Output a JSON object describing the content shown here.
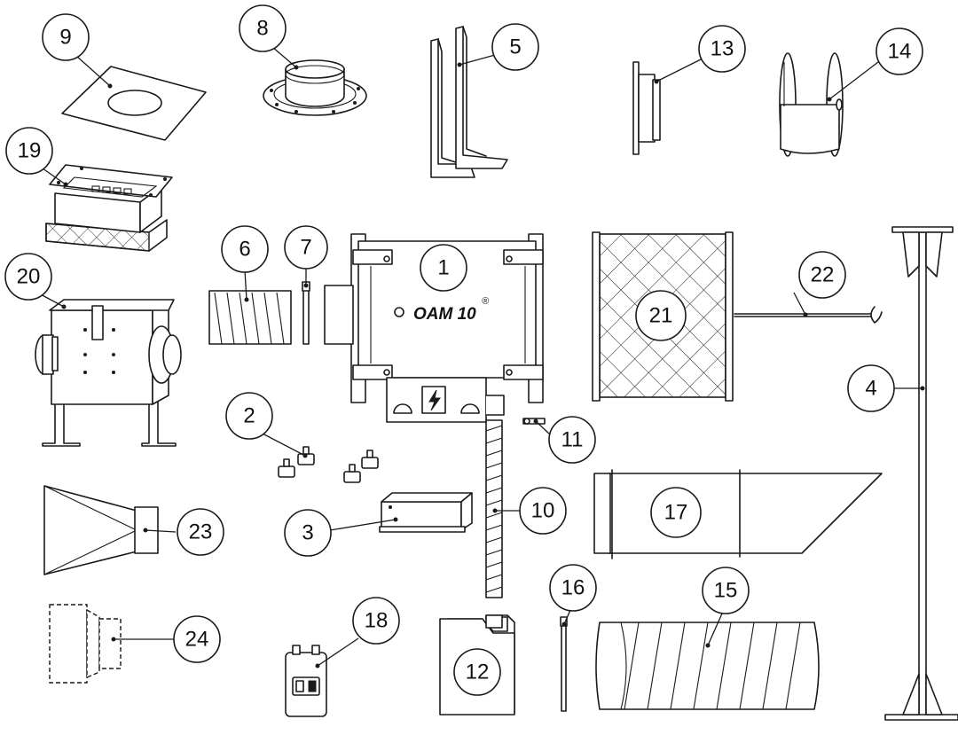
{
  "device": {
    "brand_label": "OAM 10",
    "registered_mark": "®"
  },
  "callouts": [
    {
      "id": "1",
      "label": "1"
    },
    {
      "id": "2",
      "label": "2"
    },
    {
      "id": "3",
      "label": "3"
    },
    {
      "id": "4",
      "label": "4"
    },
    {
      "id": "5",
      "label": "5"
    },
    {
      "id": "6",
      "label": "6"
    },
    {
      "id": "7",
      "label": "7"
    },
    {
      "id": "8",
      "label": "8"
    },
    {
      "id": "9",
      "label": "9"
    },
    {
      "id": "10",
      "label": "10"
    },
    {
      "id": "11",
      "label": "11"
    },
    {
      "id": "12",
      "label": "12"
    },
    {
      "id": "13",
      "label": "13"
    },
    {
      "id": "14",
      "label": "14"
    },
    {
      "id": "15",
      "label": "15"
    },
    {
      "id": "16",
      "label": "16"
    },
    {
      "id": "17",
      "label": "17"
    },
    {
      "id": "18",
      "label": "18"
    },
    {
      "id": "19",
      "label": "19"
    },
    {
      "id": "20",
      "label": "20"
    },
    {
      "id": "21",
      "label": "21"
    },
    {
      "id": "22",
      "label": "22"
    },
    {
      "id": "23",
      "label": "23"
    },
    {
      "id": "24",
      "label": "24"
    }
  ],
  "icons": {
    "warning": "electrical-hazard-icon"
  }
}
